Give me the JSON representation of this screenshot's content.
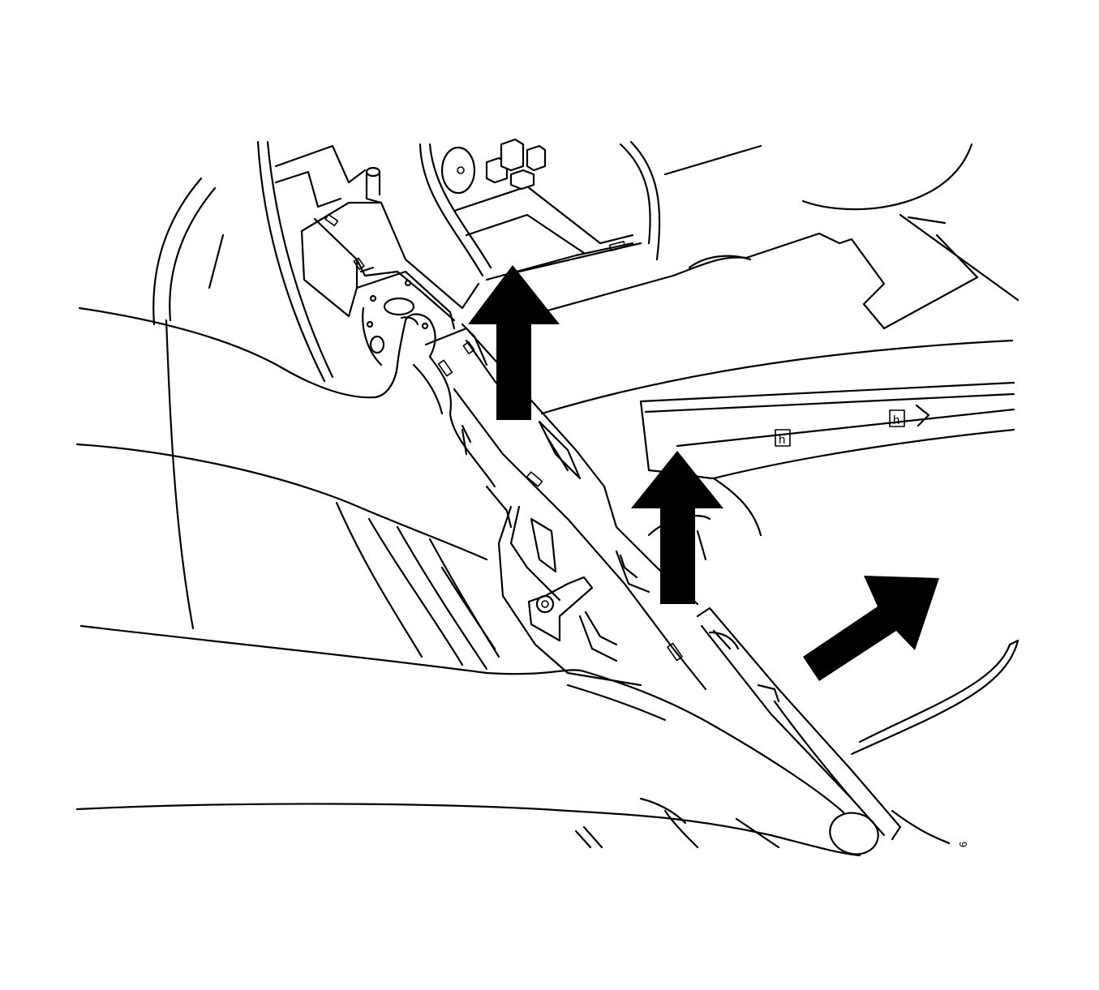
{
  "figure": {
    "reference_code": "6",
    "arrow_color": "#000000",
    "line_color": "#000000",
    "background": "#ffffff",
    "clip_marks": [
      "h",
      "h"
    ],
    "arrows": [
      {
        "name": "upper-lift-arrow-icon",
        "direction": "up"
      },
      {
        "name": "lower-lift-arrow-icon",
        "direction": "up"
      },
      {
        "name": "diagonal-push-arrow-icon",
        "direction": "up-right"
      }
    ]
  }
}
